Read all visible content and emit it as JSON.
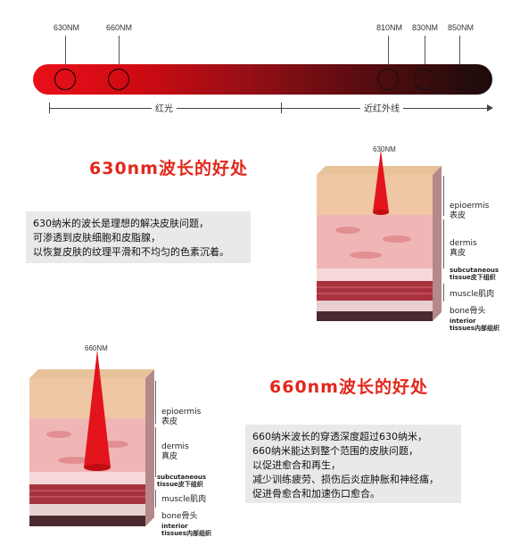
{
  "spectrum": {
    "wavelengths": [
      "630NM",
      "660NM",
      "810NM",
      "830NM",
      "850NM"
    ],
    "red_label": "红光",
    "nir_label": "近红外线",
    "colors": {
      "red": "#e8101a",
      "dark": "#1c0b0b"
    }
  },
  "section630": {
    "title": "630nm波长的好处",
    "lines": [
      "630纳米的波长是理想的解决皮肤问题，",
      "可渗透到皮肤细胞和皮脂腺，",
      "以恢复皮肤的纹理平滑和不均匀的色素沉着。"
    ],
    "beam_label": "630NM"
  },
  "section660": {
    "title": "660nm波长的好处",
    "lines": [
      "660纳米波长的穿透深度超过630纳米，",
      "660纳米能达到整个范围的皮肤问题，",
      "以促进愈合和再生，",
      "减少训练疲劳、损伤后炎症肿胀和神经痛，",
      "促进骨愈合和加速伤口愈合。"
    ],
    "beam_label": "660NM"
  },
  "layers": {
    "epidermis": "epioermis",
    "epidermis_cn": "表皮",
    "dermis": "dermis",
    "dermis_cn": "真皮",
    "subcutaneous": "subcutaneous",
    "subcutaneous_cn": "tissue皮下组织",
    "muscle": "muscle肌肉",
    "bone": "bone骨头",
    "interior": "interior",
    "interior_cn": "tissues内部组织"
  }
}
